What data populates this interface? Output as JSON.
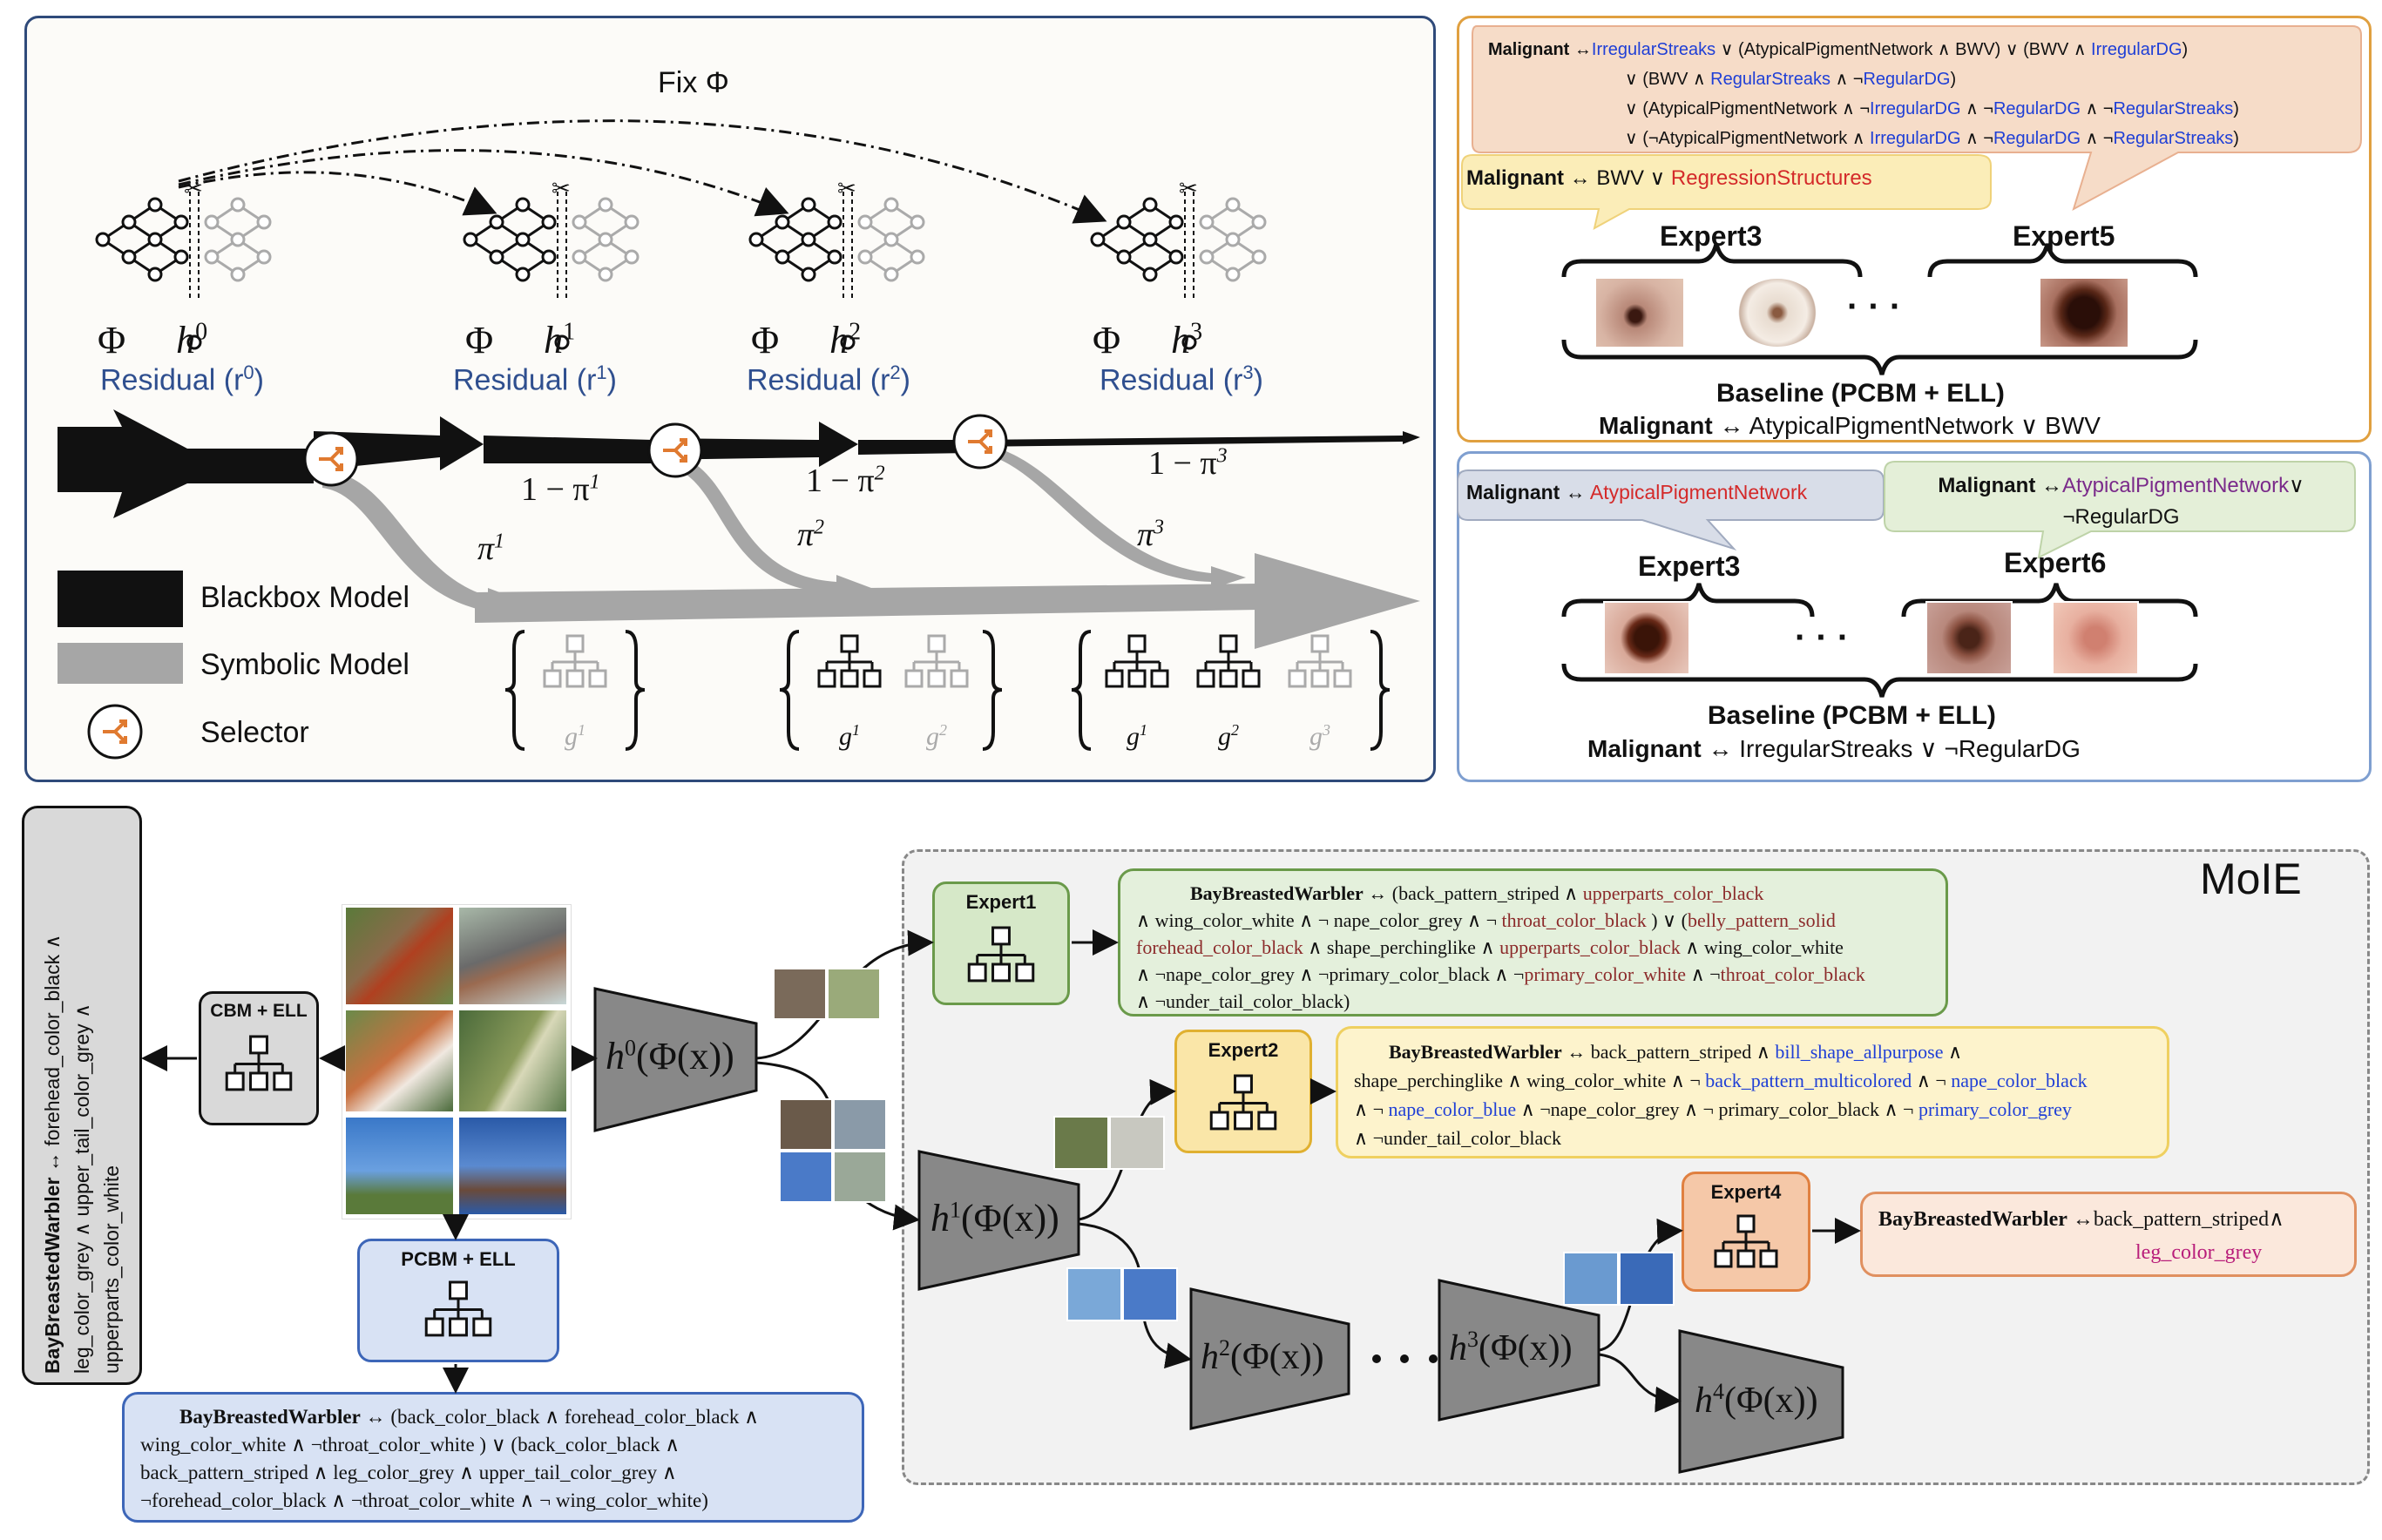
{
  "top_left": {
    "fix_label": "Fix Φ",
    "residuals": [
      {
        "phi": "Φ ∘ h",
        "sup": "0",
        "label": "Residual (r",
        "label_sup": "0",
        "label_end": ")"
      },
      {
        "phi": "Φ ∘ h",
        "sup": "1",
        "label": "Residual (r",
        "label_sup": "1",
        "label_end": ")"
      },
      {
        "phi": "Φ ∘ h",
        "sup": "2",
        "label": "Residual (r",
        "label_sup": "2",
        "label_end": ")"
      },
      {
        "phi": "Φ ∘ h",
        "sup": "3",
        "label": "Residual (r",
        "label_sup": "3",
        "label_end": ")"
      }
    ],
    "one_minus_pi": [
      "1 − π",
      "1 − π",
      "1 − π"
    ],
    "one_minus_pi_sup": [
      "1",
      "2",
      "3"
    ],
    "pi": [
      "π",
      "π",
      "π"
    ],
    "pi_sup": [
      "1",
      "2",
      "3"
    ],
    "legend": {
      "blackbox": "Blackbox Model",
      "symbolic": "Symbolic Model",
      "selector": "Selector"
    },
    "g_groups": [
      [
        {
          "g": "g",
          "sup": "1"
        }
      ],
      [
        {
          "g": "g",
          "sup": "1"
        },
        {
          "g": "g",
          "sup": "2"
        }
      ],
      [
        {
          "g": "g",
          "sup": "1"
        },
        {
          "g": "g",
          "sup": "2"
        },
        {
          "g": "g",
          "sup": "3"
        }
      ]
    ]
  },
  "top_right_1": {
    "rule_lines": [
      [
        "Malignant",
        " ↔",
        "IrregularStreaks",
        " ∨ (AtypicalPigmentNetwork ∧ BWV) ∨ (BWV ∧ ",
        "IrregularDG",
        ")"
      ],
      [
        "∨ (BWV ∧ ",
        "RegularStreaks",
        " ∧ ¬",
        "RegularDG",
        ")"
      ],
      [
        "∨ (AtypicalPigmentNetwork ∧ ¬",
        "IrregularDG",
        " ∧ ¬",
        "RegularDG",
        " ∧ ¬",
        "RegularStreaks",
        ")"
      ],
      [
        "∨ (¬AtypicalPigmentNetwork ∧ ",
        "IrregularDG",
        " ∧ ¬",
        "RegularDG",
        " ∧ ¬",
        "RegularStreaks",
        ")"
      ]
    ],
    "callout_bold": "Malignant",
    "callout_mid": " ↔ BWV ∨ ",
    "callout_red": "RegressionStructures",
    "expert_a": "Expert3",
    "expert_b": "Expert5",
    "dots": "· · ·",
    "baseline": "Baseline (PCBM + ELL)",
    "baseline_rule_bold": "Malignant",
    "baseline_rule": " ↔ AtypicalPigmentNetwork ∨ BWV"
  },
  "top_right_2": {
    "callout1_bold": "Malignant",
    "callout1_mid": " ↔ ",
    "callout1_red": "AtypicalPigmentNetwork",
    "callout2_bold": "Malignant",
    "callout2_mid": " ↔",
    "callout2_purple": "AtypicalPigmentNetwork",
    "callout2_end": "∨",
    "callout2_line2": "¬RegularDG",
    "expert_a": "Expert3",
    "expert_b": "Expert6",
    "dots": "· · ·",
    "baseline": "Baseline (PCBM + ELL)",
    "baseline_rule_bold": "Malignant",
    "baseline_rule": " ↔ IrregularStreaks ∨ ¬RegularDG"
  },
  "bottom": {
    "vertical_rule_bold": "BayBreastedWarbler",
    "vertical_rule_l1": " ↔ forehead_color_black ∧",
    "vertical_rule_l2": "leg_color_grey  ∧ upper_tail_color_grey  ∧",
    "vertical_rule_l3": "upperparts_color_white",
    "cbm_label": "CBM + ELL",
    "pcbm_label": "PCBM + ELL",
    "pcbm_rule_bold": "BayBreastedWarbler",
    "pcbm_rule_lines": [
      " ↔ (back_color_black ∧ forehead_color_black ∧",
      "wing_color_white ∧ ¬throat_color_white ) ∨ (back_color_black ∧",
      "back_pattern_striped ∧ leg_color_grey ∧ upper_tail_color_grey ∧",
      "¬forehead_color_black ∧ ¬throat_color_white ∧ ¬ wing_color_white)"
    ],
    "moie_label": "MoIE",
    "h_labels": [
      {
        "h": "h",
        "sup": "0",
        "rest": "(Φ(x))"
      },
      {
        "h": "h",
        "sup": "1",
        "rest": "(Φ(x))"
      },
      {
        "h": "h",
        "sup": "2",
        "rest": "(Φ(x))"
      },
      {
        "h": "h",
        "sup": "3",
        "rest": "(Φ(x))"
      },
      {
        "h": "h",
        "sup": "4",
        "rest": "(Φ(x))"
      }
    ],
    "h_dots": "· · ·",
    "experts": [
      "Expert1",
      "Expert2",
      "Expert4"
    ],
    "expert1_rule": [
      [
        [
          "b",
          "BayBreastedWarbler"
        ],
        [
          "n",
          " ↔ (back_pattern_striped ∧ "
        ],
        [
          "r",
          "upperparts_color_black"
        ]
      ],
      [
        [
          "n",
          "∧ wing_color_white ∧ ¬ nape_color_grey ∧ ¬ "
        ],
        [
          "r",
          "throat_color_black"
        ],
        [
          "n",
          " ) ∨ ("
        ],
        [
          "r",
          "belly_pattern_solid"
        ]
      ],
      [
        [
          "r",
          "forehead_color_black"
        ],
        [
          "n",
          " ∧ shape_perchinglike ∧ "
        ],
        [
          "r",
          "upperparts_color_black"
        ],
        [
          "n",
          " ∧ wing_color_white"
        ]
      ],
      [
        [
          "n",
          "∧ ¬nape_color_grey ∧ ¬primary_color_black ∧ ¬"
        ],
        [
          "r",
          "primary_color_white"
        ],
        [
          "n",
          " ∧ ¬"
        ],
        [
          "r",
          "throat_color_black"
        ]
      ],
      [
        [
          "n",
          "∧ ¬under_tail_color_black)"
        ]
      ]
    ],
    "expert2_rule": [
      [
        [
          "b",
          "BayBreastedWarbler"
        ],
        [
          "n",
          " ↔ back_pattern_striped ∧ "
        ],
        [
          "u",
          "bill_shape_allpurpose"
        ],
        [
          "n",
          " ∧"
        ]
      ],
      [
        [
          "n",
          "shape_perchinglike ∧ wing_color_white ∧ ¬ "
        ],
        [
          "u",
          "back_pattern_multicolored"
        ],
        [
          "n",
          " ∧ ¬ "
        ],
        [
          "u",
          "nape_color_black"
        ]
      ],
      [
        [
          "n",
          "∧ ¬ "
        ],
        [
          "u",
          "nape_color_blue"
        ],
        [
          "n",
          " ∧ ¬nape_color_grey ∧ ¬ primary_color_black ∧ ¬ "
        ],
        [
          "u",
          "primary_color_grey"
        ]
      ],
      [
        [
          "n",
          "∧ ¬under_tail_color_black"
        ]
      ]
    ],
    "expert4_rule_bold": "BayBreastedWarbler",
    "expert4_rule_mid": " ↔back_pattern_striped∧",
    "expert4_rule_magenta": "leg_color_grey"
  },
  "colors": {
    "panel_blue_border": "#2f4a7a",
    "orange_border": "#e0a040",
    "blue_border": "#7f9fd0",
    "residual_blue": "#2f4f8f",
    "selector_orange": "#e07a30",
    "grey_flow": "#a6a6a6",
    "expert1": "#d6e8c8",
    "expert2": "#fae6a8",
    "expert4": "#f5c8a8"
  }
}
